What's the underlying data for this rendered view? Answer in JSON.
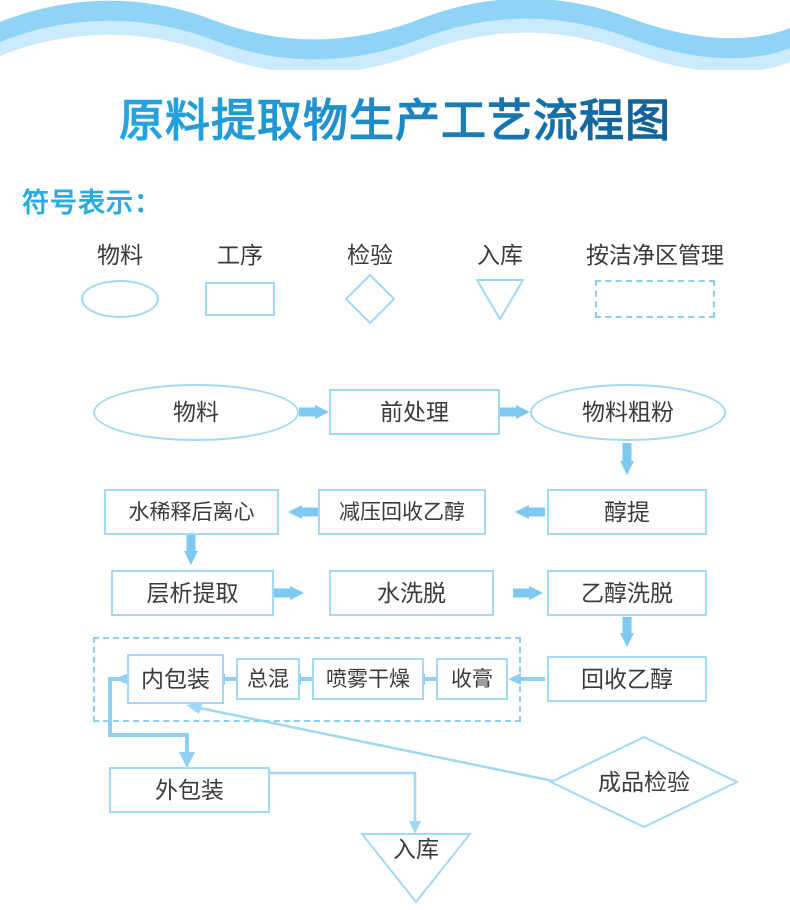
{
  "theme": {
    "wave_dark": "#8fd3f6",
    "wave_light": "#cbeafb",
    "title_gradient_from": "#2ab0e8",
    "title_gradient_to": "#0f5680",
    "accent": "#29abe2",
    "shape_border": "#a3d9f5",
    "arrow": "#7ec9f0",
    "dashed_border": "#8dcff2",
    "text": "#3b3b3b"
  },
  "header": {
    "title": "原料提取物生产工艺流程图",
    "legend_label": "符号表示："
  },
  "legend": {
    "items": [
      {
        "caption": "物料",
        "shape": "ellipse",
        "shape_name": "ellipse-symbol"
      },
      {
        "caption": "工序",
        "shape": "rect",
        "shape_name": "rectangle-symbol"
      },
      {
        "caption": "检验",
        "shape": "diamond",
        "shape_name": "diamond-symbol"
      },
      {
        "caption": "入库",
        "shape": "triangle",
        "shape_name": "triangle-symbol"
      },
      {
        "caption": "按洁净区管理",
        "shape": "dashed",
        "shape_name": "dashed-rectangle-symbol"
      }
    ]
  },
  "flowchart": {
    "type": "process-flow-diagram",
    "dashed_zone_label": "按洁净区管理",
    "nodes": [
      {
        "id": "wuliao",
        "label": "物料",
        "shape": "ellipse"
      },
      {
        "id": "qianchuli",
        "label": "前处理",
        "shape": "rect"
      },
      {
        "id": "wuliaocufen",
        "label": "物料粗粉",
        "shape": "ellipse"
      },
      {
        "id": "chunti",
        "label": "醇提",
        "shape": "rect"
      },
      {
        "id": "jianyahuishou",
        "label": "减压回收乙醇",
        "shape": "rect"
      },
      {
        "id": "shuixishi",
        "label": "水稀释后离心",
        "shape": "rect"
      },
      {
        "id": "cengxi",
        "label": "层析提取",
        "shape": "rect"
      },
      {
        "id": "shuixituo",
        "label": "水洗脱",
        "shape": "rect"
      },
      {
        "id": "yichunxituo",
        "label": "乙醇洗脱",
        "shape": "rect"
      },
      {
        "id": "huishouyichun",
        "label": "回收乙醇",
        "shape": "rect"
      },
      {
        "id": "shougao",
        "label": "收膏",
        "shape": "rect"
      },
      {
        "id": "penwuganzao",
        "label": "喷雾干燥",
        "shape": "rect"
      },
      {
        "id": "zonghun",
        "label": "总混",
        "shape": "rect"
      },
      {
        "id": "neibaozhuang",
        "label": "内包装",
        "shape": "rect"
      },
      {
        "id": "waibaozhuang",
        "label": "外包装",
        "shape": "rect"
      },
      {
        "id": "chengpinjianyan",
        "label": "成品检验",
        "shape": "diamond"
      },
      {
        "id": "ruku",
        "label": "入库",
        "shape": "triangle"
      }
    ],
    "edges": [
      {
        "from": "wuliao",
        "to": "qianchuli",
        "dir": "right"
      },
      {
        "from": "qianchuli",
        "to": "wuliaocufen",
        "dir": "right"
      },
      {
        "from": "wuliaocufen",
        "to": "chunti",
        "dir": "down"
      },
      {
        "from": "chunti",
        "to": "jianyahuishou",
        "dir": "left"
      },
      {
        "from": "jianyahuishou",
        "to": "shuixishi",
        "dir": "left"
      },
      {
        "from": "shuixishi",
        "to": "cengxi",
        "dir": "down"
      },
      {
        "from": "cengxi",
        "to": "shuixituo",
        "dir": "right"
      },
      {
        "from": "shuixituo",
        "to": "yichunxituo",
        "dir": "right"
      },
      {
        "from": "yichunxituo",
        "to": "huishouyichun",
        "dir": "down"
      },
      {
        "from": "huishouyichun",
        "to": "shougao",
        "dir": "left"
      },
      {
        "from": "shougao",
        "to": "penwuganzao",
        "dir": "left"
      },
      {
        "from": "penwuganzao",
        "to": "zonghun",
        "dir": "left"
      },
      {
        "from": "zonghun",
        "to": "neibaozhuang",
        "dir": "left"
      },
      {
        "from": "neibaozhuang",
        "to": "waibaozhuang",
        "dir": "left-down-right-down"
      },
      {
        "from": "waibaozhuang",
        "to": "ruku",
        "dir": "right-down"
      },
      {
        "from": "chengpinjianyan",
        "to": "neibaozhuang",
        "dir": "diagonal-up-left"
      }
    ]
  }
}
